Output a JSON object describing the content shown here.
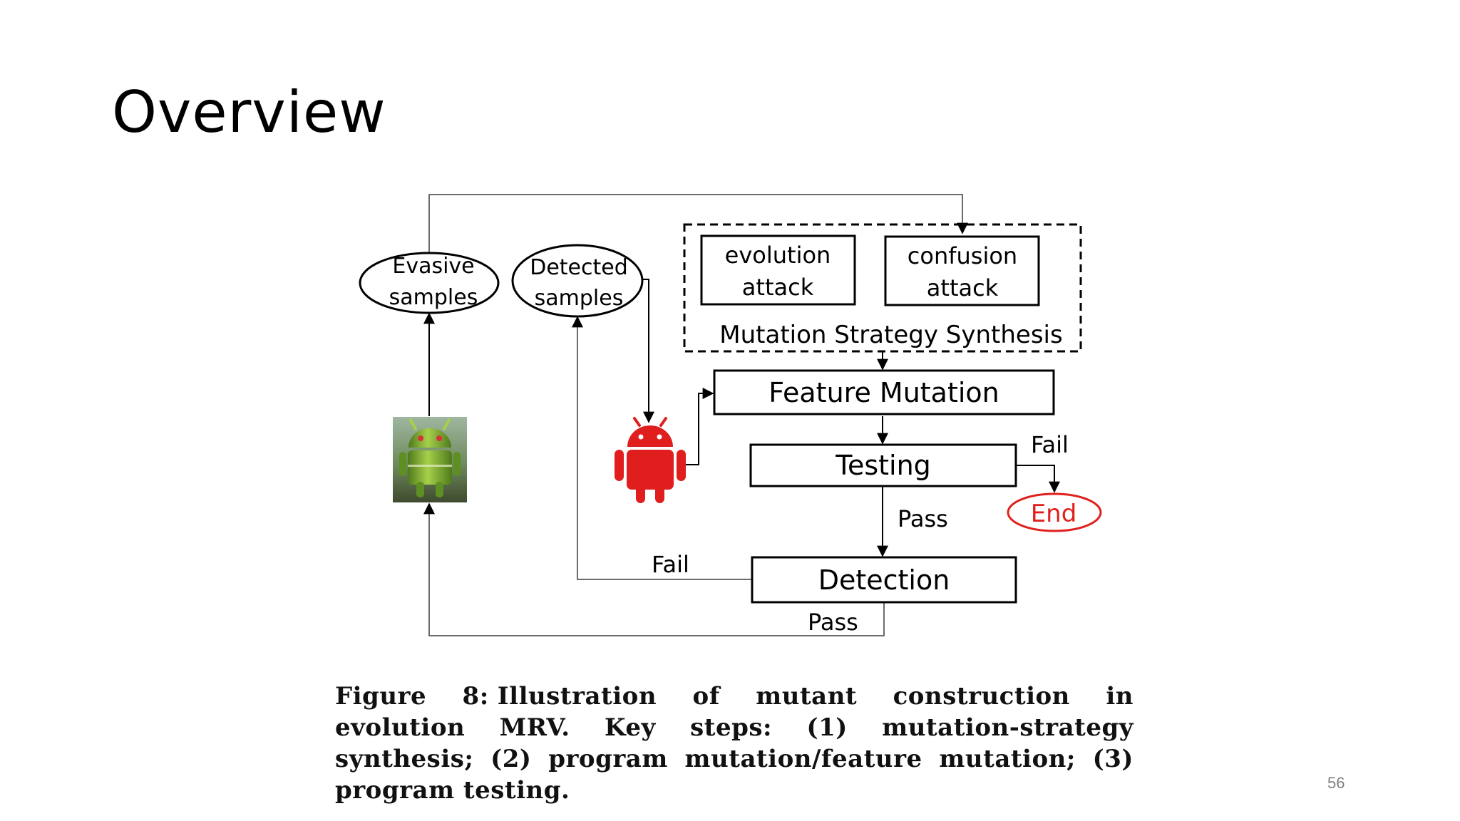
{
  "slide": {
    "title": "Overview",
    "page_number": "56"
  },
  "diagram": {
    "group_label": "Mutation Strategy Synthesis",
    "nodes": {
      "evolution_attack": {
        "line1": "evolution",
        "line2": "attack"
      },
      "confusion_attack": {
        "line1": "confusion",
        "line2": "attack"
      },
      "evasive_samples": {
        "line1": "Evasive",
        "line2": "samples"
      },
      "detected_samples": {
        "line1": "Detected",
        "line2": "samples"
      },
      "feature_mutation": "Feature Mutation",
      "testing": "Testing",
      "detection": "Detection",
      "end": "End"
    },
    "edges": {
      "testing_fail": "Fail",
      "testing_pass": "Pass",
      "detection_fail": "Fail",
      "detection_pass": "Pass"
    },
    "icons": {
      "green_robot": "android-green-icon",
      "red_robot": "android-red-icon"
    },
    "colors": {
      "line": "#000000",
      "thin_line": "#6b6b6b",
      "end": "#e0201c",
      "red_robot": "#e01e1e",
      "green_robot": "#6a9a2a"
    }
  },
  "caption": {
    "label": "Figure 8:",
    "text": "Illustration of mutant construction in evolution MRV. Key steps: (1) mutation-strategy synthesis; (2) program mutation/feature mutation; (3) program testing."
  }
}
